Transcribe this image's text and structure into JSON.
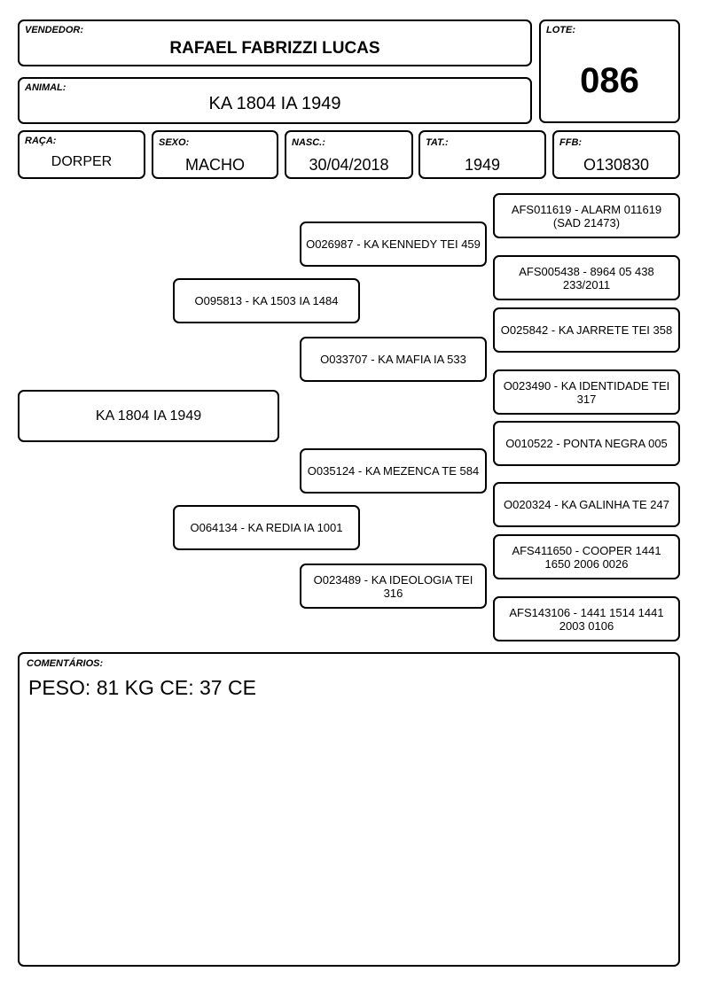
{
  "header": {
    "seller_label": "VENDEDOR:",
    "seller_value": "RAFAEL FABRIZZI LUCAS",
    "lot_label": "LOTE:",
    "lot_value": "086",
    "animal_label": "ANIMAL:",
    "animal_value": "KA 1804 IA 1949"
  },
  "info": {
    "breed_label": "RAÇA:",
    "breed_value": "DORPER",
    "sex_label": "SEXO:",
    "sex_value": "MACHO",
    "birth_label": "NASC.:",
    "birth_value": "30/04/2018",
    "tattoo_label": "TAT.:",
    "tattoo_value": "1949",
    "ffb_label": "FFB:",
    "ffb_value": "O130830"
  },
  "pedigree": {
    "animal": "KA 1804 IA 1949",
    "sire": "O095813 - KA 1503 IA 1484",
    "dam": "O064134 - KA REDIA IA 1001",
    "sire_sire": "O026987 - KA KENNEDY TEI 459",
    "sire_dam": "O033707 - KA MAFIA IA 533",
    "dam_sire": "O035124 - KA MEZENCA TE 584",
    "dam_dam": "O023489 - KA IDEOLOGIA TEI 316",
    "ss_sire": "AFS011619 - ALARM 011619 (SAD 21473)",
    "ss_dam": "AFS005438 - 8964 05 438 233/2011",
    "sd_sire": "O025842 - KA JARRETE TEI 358",
    "sd_dam": "O023490 - KA IDENTIDADE TEI 317",
    "ds_sire": "O010522 - PONTA NEGRA 005",
    "ds_dam": "O020324 - KA GALINHA TE 247",
    "dd_sire": "AFS411650 - COOPER 1441 1650 2006 0026",
    "dd_dam": "AFS143106 - 1441 1514 1441 2003 0106"
  },
  "comments": {
    "label": "COMENTÁRIOS:",
    "text": "PESO: 81 KG CE: 37 CE"
  }
}
